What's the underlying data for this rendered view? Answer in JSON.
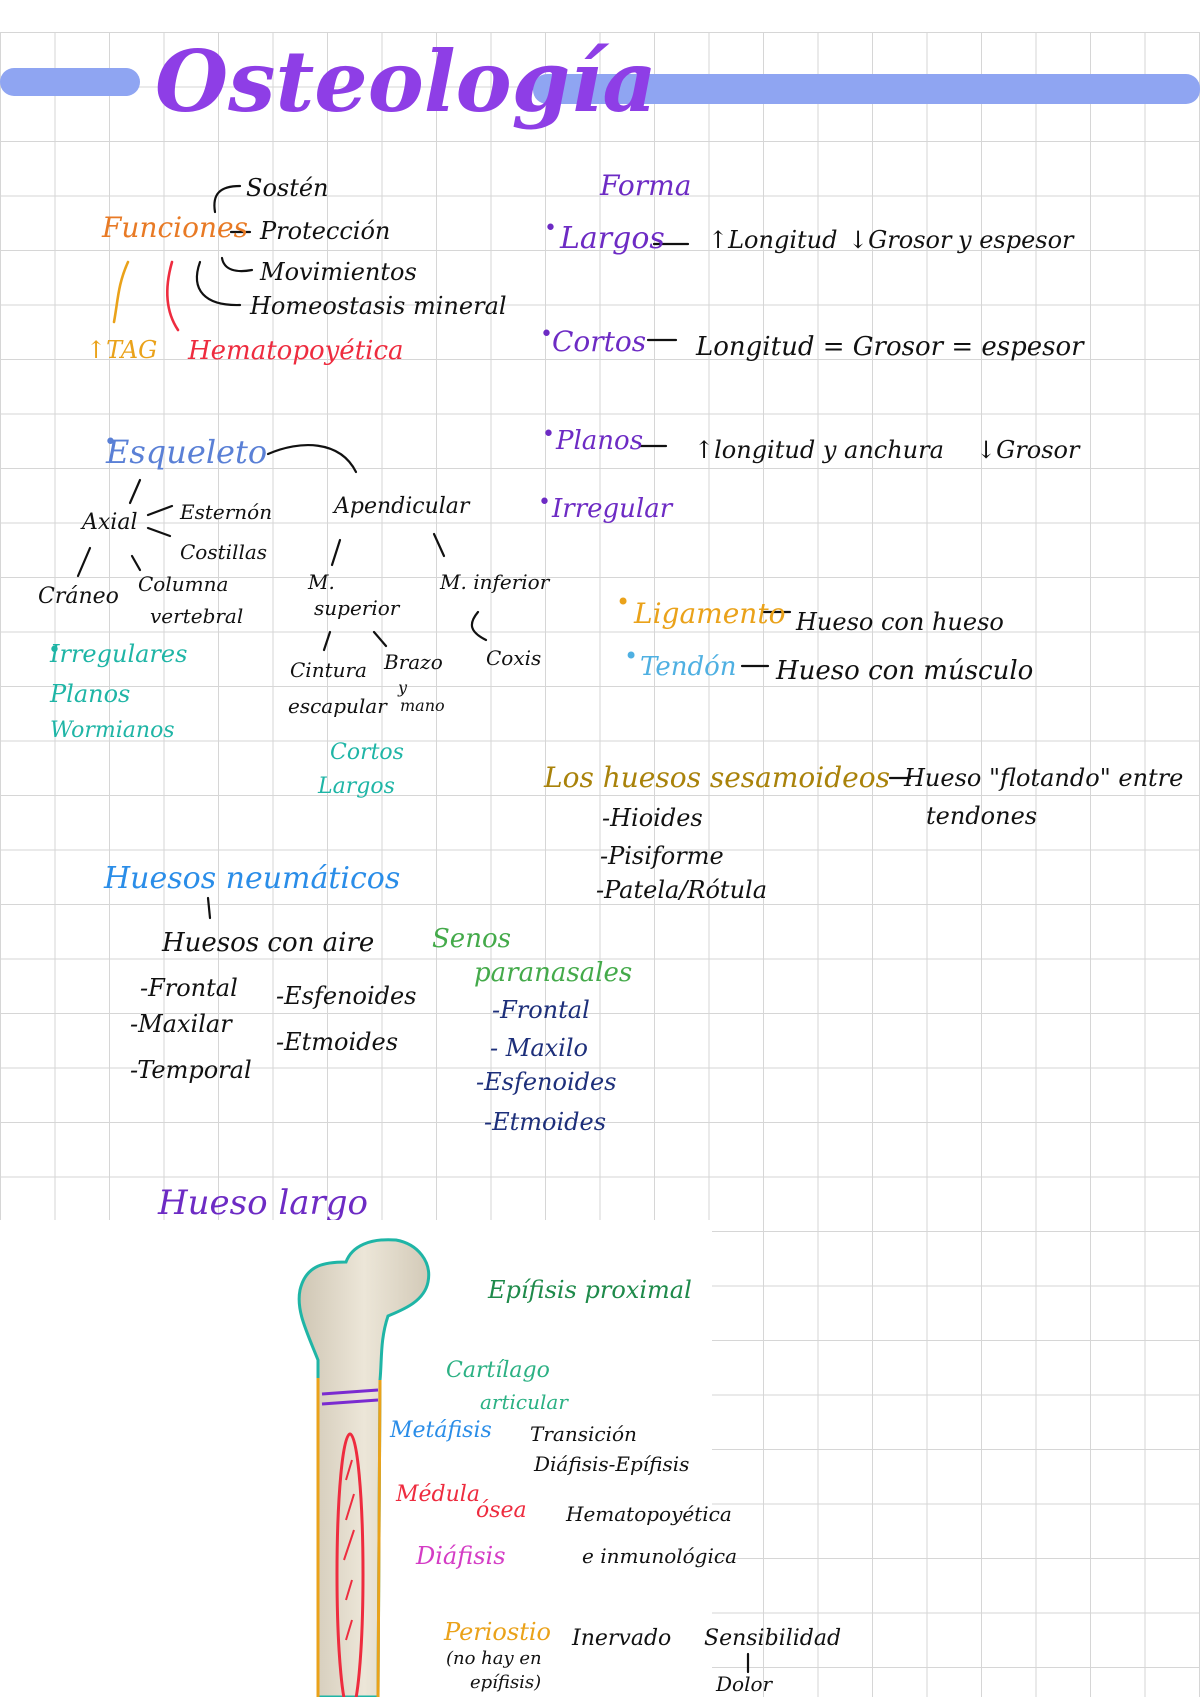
{
  "title": "Osteología",
  "funciones": {
    "label": "Funciones",
    "items": [
      "Sostén",
      "Protección",
      "Movimientos",
      "Homeostasis mineral"
    ],
    "tag": "↑TAG",
    "hemato": "Hematopoyética"
  },
  "esqueleto": {
    "label": "Esqueleto",
    "axial": "Axial",
    "axial_items": [
      "Esternón",
      "Costillas"
    ],
    "craneo": "Cráneo",
    "columna": [
      "Columna",
      "vertebral"
    ],
    "tipos": [
      "Irregulares",
      "Planos",
      "Wormianos"
    ],
    "apendicular": "Apendicular",
    "m_superior": [
      "M.",
      "superior"
    ],
    "m_inferior": "M. inferior",
    "coxis": "Coxis",
    "cintura": [
      "Cintura",
      "escapular"
    ],
    "brazo": [
      "Brazo",
      "y",
      "mano"
    ],
    "ap_tipos": [
      "Cortos",
      "Largos"
    ]
  },
  "forma": {
    "label": "Forma",
    "largos": "Largos",
    "largos_desc": [
      "↑Longitud",
      "↓Grosor",
      "y espesor"
    ],
    "cortos": "Cortos",
    "cortos_desc": "Longitud = Grosor = espesor",
    "planos": "Planos",
    "planos_desc": [
      "↑longitud y anchura",
      "↓Grosor"
    ],
    "irregular": "Irregular"
  },
  "union": {
    "ligamento": "Ligamento",
    "ligamento_desc": "Hueso con hueso",
    "tendon": "Tendón",
    "tendon_desc": "Hueso con músculo"
  },
  "sesamoideos": {
    "label": "Los huesos sesamoideos",
    "desc": [
      "Hueso \"flotando\" entre",
      "tendones"
    ],
    "items": [
      "-Hioides",
      "-Pisiforme",
      "-Patela/Rótula"
    ]
  },
  "neumaticos": {
    "label": "Huesos neumáticos",
    "sub": "Huesos con aire",
    "col1": [
      "-Frontal",
      "-Maxilar",
      "-Temporal"
    ],
    "col2": [
      "-Esfenoides",
      "-Etmoides"
    ],
    "senos": [
      "Senos",
      "paranasales"
    ],
    "senos_items": [
      "-Frontal",
      "- Maxilo",
      "-Esfenoides",
      "-Etmoides"
    ]
  },
  "hueso_largo": {
    "label": "Hueso largo",
    "epifisis": "Epífisis proximal",
    "cartilago": [
      "Cartílago",
      "articular"
    ],
    "metafisis": "Metáfisis",
    "metafisis_desc": [
      "Transición",
      "Diáfisis-Epífisis"
    ],
    "medula": "Médula",
    "osea": "ósea",
    "medula_desc": [
      "Hematopoyética",
      "e inmunológica"
    ],
    "diafisis": "Diáfisis",
    "periostio": "Periostio",
    "periostio_note": [
      "(no hay en",
      "epífisis)"
    ],
    "inervado": "Inervado",
    "sensibilidad": "Sensibilidad",
    "dolor": "Dolor"
  },
  "colors": {
    "title": "#8e3ee6",
    "bar": "#8fa5f2",
    "funciones": "#e87a25",
    "hemato": "#ee2c3f",
    "forma": "#6d2bc4",
    "esqueleto": "#5a80d6",
    "teal": "#1fb5a6"
  }
}
